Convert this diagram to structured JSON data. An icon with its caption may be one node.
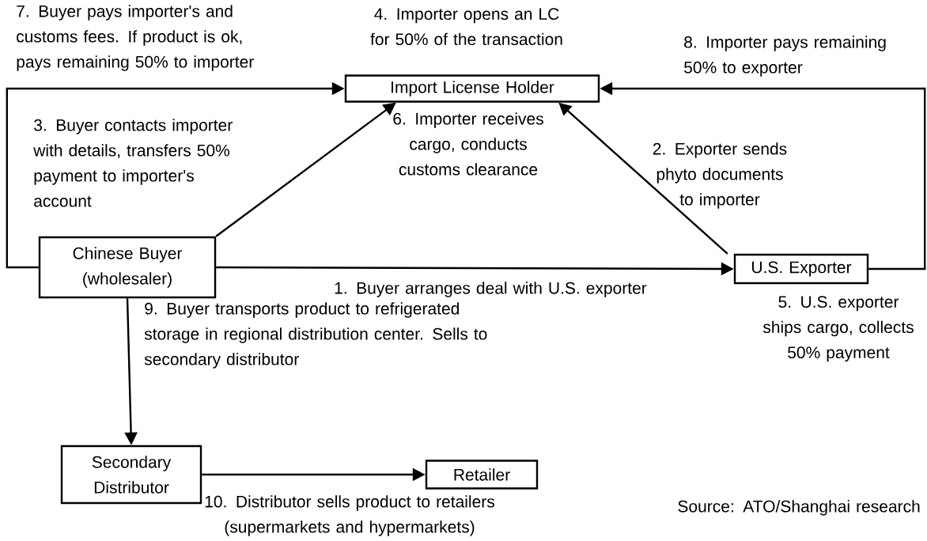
{
  "diagram": {
    "nodes": [
      {
        "text": [
          "Import License Holder"
        ],
        "beside": [
          "4.  Importer opens an LC for 50% of the transaction"
        ]
      },
      {
        "text": [
          "Chinese Buyer (wholesaler)"
        ]
      },
      {
        "text": [
          "U.S. Exporter"
        ],
        "beside": [
          "5.  U.S. exporter ships cargo, collects 50% payment"
        ]
      },
      {
        "text": [
          "Secondary Distributor"
        ]
      },
      {
        "text": [
          "Retailer"
        ]
      }
    ],
    "edges": [
      {
        "from": 1,
        "to": 0,
        "arrow": "to",
        "label": "7.  Buyer pays importer's and customs fees.  If product is ok, pays remaining 50% to importer"
      },
      {
        "from": 1,
        "to": 0,
        "arrow": "to",
        "label": "3.  Buyer contacts importer with details, transfers 50% payment to importer's account"
      },
      {
        "from": 2,
        "to": 0,
        "arrow": "to",
        "label": "2.  Exporter sends phyto documents to importer"
      },
      {
        "from": 2,
        "to": 0,
        "arrow": "to",
        "label": "8.  Importer pays remaining 50% to exporter"
      },
      {
        "from": 1,
        "to": 2,
        "arrow": "to",
        "label": "1. Buyer arranges deal with U.S. exporter"
      },
      {
        "from": 1,
        "to": 3,
        "arrow": "to",
        "label": "9.  Buyer transports product to refrigerated storage in regional distribution center.  Sells to secondary distributor"
      },
      {
        "from": 3,
        "to": 4,
        "arrow": "to",
        "label": "10.  Distributor sells product to retailers (supermarkets and hypermarkets)"
      }
    ],
    "labels": [
      "6.  Importer receives cargo, conducts customs clearance",
      "Source:  ATO/Shanghai research"
    ]
  }
}
